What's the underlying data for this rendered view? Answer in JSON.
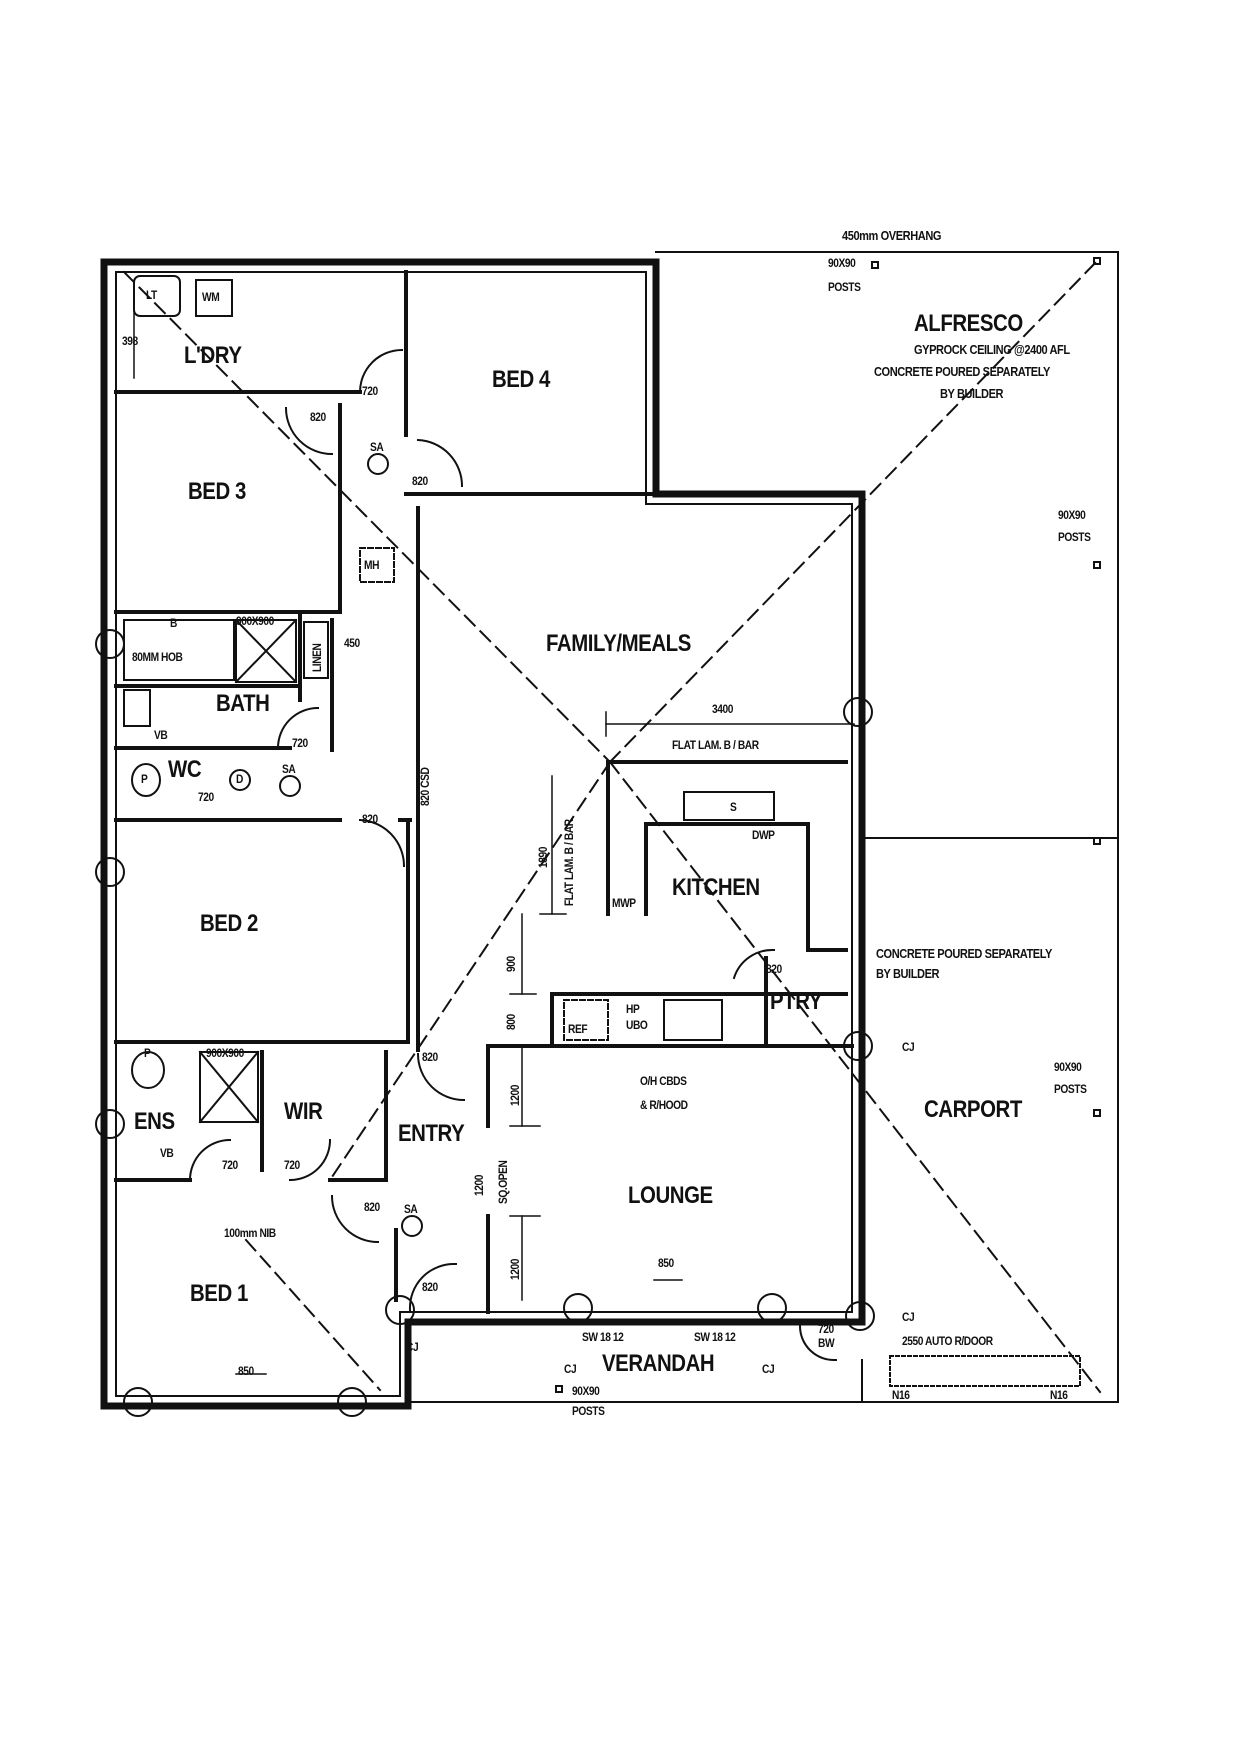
{
  "plan": {
    "overhang_label": "450mm OVERHANG",
    "rooms": {
      "laundry": "L'DRY",
      "bed4": "BED 4",
      "bed3": "BED 3",
      "bath": "BATH",
      "wc": "WC",
      "family_meals": "FAMILY/MEALS",
      "kitchen": "KITCHEN",
      "pantry": "PTRY",
      "bed2": "BED 2",
      "ensuite": "ENS",
      "wir": "WIR",
      "entry": "ENTRY",
      "lounge": "LOUNGE",
      "bed1": "BED 1",
      "verandah": "VERANDAH",
      "alfresco": "ALFRESCO",
      "carport": "CARPORT"
    },
    "alfresco_notes": [
      "GYPROCK CEILING @2400 AFL",
      "CONCRETE POURED SEPARATELY",
      "BY BUILDER"
    ],
    "carport_notes": [
      "CONCRETE POURED SEPARATELY",
      "BY BUILDER"
    ],
    "posts": {
      "label_top": "90X90",
      "label_bottom": "POSTS"
    },
    "fixtures": {
      "laundry_tub": "LT",
      "washing_machine": "WM",
      "bath": "B",
      "bath_hob": "80MM HOB",
      "shower_bath": "900X900",
      "linen": "LINEN",
      "vanity_bath": "VB",
      "pan": "P",
      "dryer": "D",
      "smoke_alarm": "SA",
      "manhole": "MH",
      "sink": "S",
      "dishwasher": "DWP",
      "microwave": "MWP",
      "fridge": "REF",
      "hotplate": "HP",
      "oven": "UBO",
      "overhead": [
        "O/H CBDS",
        "& R/HOOD"
      ],
      "shower_ens": "900X900",
      "vanity_ens": "VB",
      "nib": "100mm NIB",
      "bar_top": "FLAT LAM. B / BAR",
      "bar_side": "FLAT LAM. B / BAR",
      "square_open": "SQ.OPEN",
      "garage_door": "2550 AUTO R/DOOR",
      "nib_n16": "N16",
      "bw": "BW"
    },
    "windows": {
      "sw1": "SW 18 12",
      "sw2": "SW 18 12"
    },
    "control_joints": "CJ",
    "dimensions": {
      "d398": "398",
      "laundry_door": "720",
      "hall_door_820a": "820",
      "bed4_door": "820",
      "bed3_door": "820",
      "linen_dim": "450",
      "bath_door": "720",
      "wc_door": "720",
      "cavity": "820 CSD",
      "bed2_door": "820",
      "family_width": "3400",
      "bar_length": "1890",
      "gap_900": "900",
      "gap_800": "800",
      "pantry_door": "820",
      "entry_door": "820",
      "lounge_1200_top": "1200",
      "lounge_1200_open": "1200",
      "lounge_1200_bottom": "1200",
      "ens_door": "720",
      "wir_door": "720",
      "bed1_door": "820",
      "front_door": "820",
      "lounge_window": "850",
      "bed1_window": "850",
      "bw_door": "720"
    }
  }
}
